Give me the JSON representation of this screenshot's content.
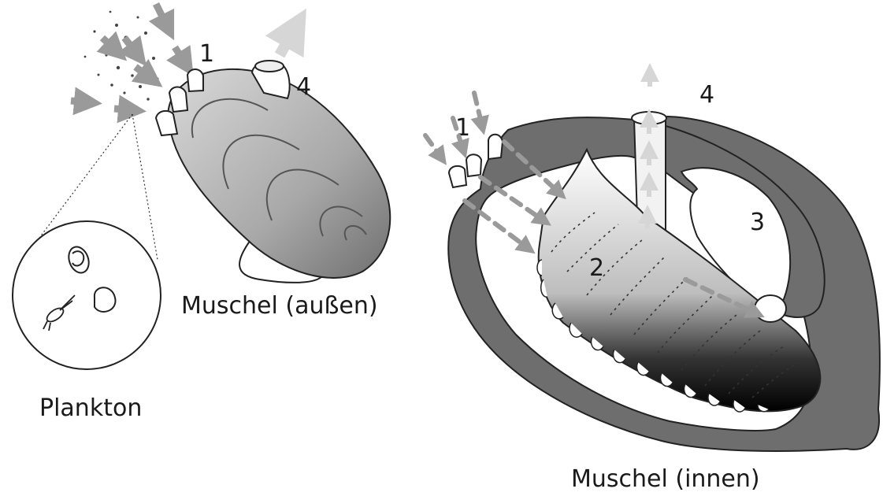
{
  "labels": {
    "outer_siphon_number": "1",
    "outer_exhalant_number": "4",
    "inner_siphon_number": "1",
    "inner_exhalant_number": "4",
    "gill_number": "2",
    "mantle_cavity_number": "3",
    "plankton_caption": "Plankton",
    "outer_caption": "Muschel (außen)",
    "inner_caption": "Muschel (innen)"
  },
  "colors": {
    "mantle_dark": "#6e6e6e",
    "arrow_gray": "#9a9a9a",
    "arrow_light": "#d6d6d6",
    "shell_fill": "#bdbdbd",
    "gill_dark": "#111111"
  },
  "icons": [
    "inflow-arrow",
    "outflow-arrow",
    "plankton-organism",
    "copepod"
  ]
}
